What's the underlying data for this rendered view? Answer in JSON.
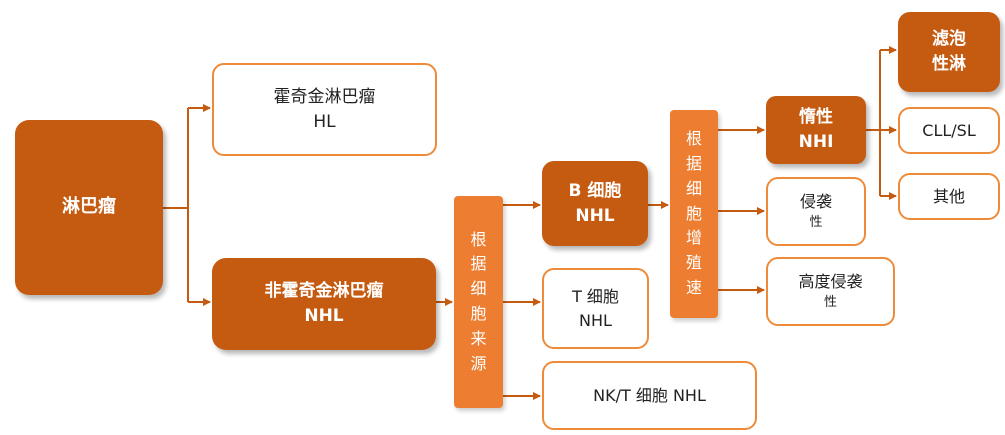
{
  "root": {
    "label": "淋巴瘤"
  },
  "hodgkin": {
    "line1": "霍奇金淋巴瘤",
    "line2": "HL"
  },
  "non_hodgkin": {
    "line1": "非霍奇金淋巴瘤",
    "line2": "NHL"
  },
  "by_origin": {
    "chars": [
      "根",
      "据",
      "细",
      "胞",
      "来",
      "源"
    ]
  },
  "b_cell": {
    "line1": "B 细胞",
    "line2": "NHL"
  },
  "t_cell": {
    "line1": "T 细胞",
    "line2": "NHL"
  },
  "nkt_cell": {
    "label": "NK/T 细胞 NHL"
  },
  "by_proliferation": {
    "chars": [
      "根",
      "据",
      "细",
      "胞",
      "增",
      "殖",
      "速"
    ]
  },
  "indolent": {
    "line1": "惰性",
    "line2": "NHI"
  },
  "aggressive": {
    "line1": "侵袭",
    "line2": "性"
  },
  "highly_aggressive": {
    "line1": "高度侵袭",
    "line2": "性"
  },
  "follicular": {
    "line1": "滤泡",
    "line2": "性淋"
  },
  "cll_sl": {
    "label": "CLL/SL"
  },
  "other": {
    "label": "其他"
  },
  "colors": {
    "dark_orange": "#c55a11",
    "orange": "#ed7d31",
    "outline": "#ee8b3a"
  }
}
